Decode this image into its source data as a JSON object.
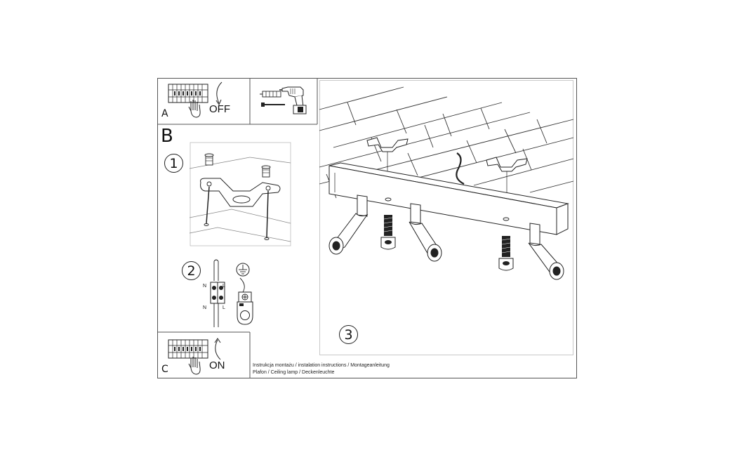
{
  "panel_a": {
    "letter": "A",
    "switch_state": "OFF"
  },
  "section_b": {
    "letter": "B"
  },
  "steps": [
    {
      "number": "1"
    },
    {
      "number": "2",
      "wire_labels": [
        "N",
        "L",
        "N",
        "L"
      ]
    },
    {
      "number": "3"
    }
  ],
  "panel_c": {
    "letter": "C",
    "switch_state": "ON"
  },
  "captions": {
    "line1": "Instrukcja montażu / instalation instructions / Montageanleitung",
    "line2": "Plafon / Ceiling lamp / Deckenleuchte"
  },
  "icons": {
    "panel_a": [
      "fuse-box-icon",
      "hand-icon",
      "arrow-down-icon",
      "wall-plug-icon",
      "screw-icon",
      "drill-icon"
    ],
    "step_1": [
      "mounting-bracket-icon",
      "wall-plug-icon",
      "screw-icon"
    ],
    "step_2": [
      "wire-connector-icon",
      "ground-symbol-icon",
      "ground-terminal-icon"
    ],
    "step_3": [
      "ceiling-tiles-icon",
      "mounting-bracket-icon",
      "cable-icon",
      "lamp-bar-icon",
      "spotlight-icon",
      "screw-icon"
    ],
    "panel_c": [
      "fuse-box-icon",
      "hand-icon",
      "arrow-up-icon"
    ]
  }
}
